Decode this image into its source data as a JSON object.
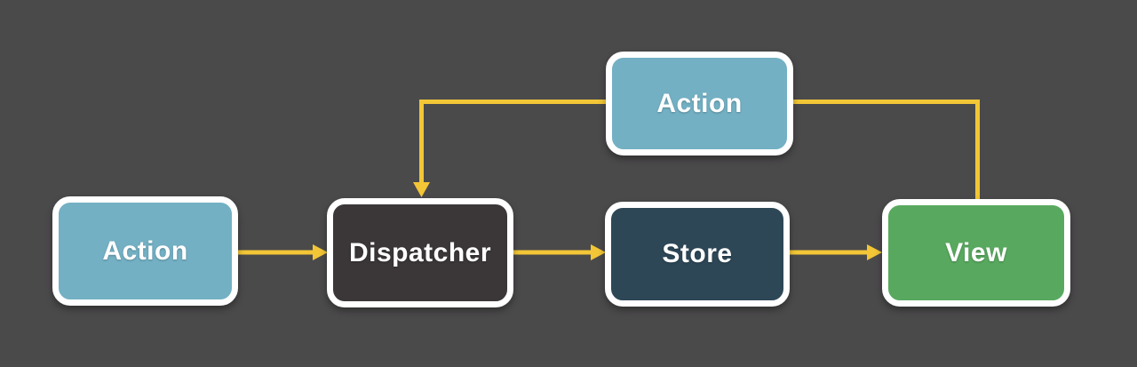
{
  "diagram": {
    "name": "flux-architecture-flow",
    "colors": {
      "background": "#4B4A4B",
      "arrow": "#F2C636",
      "node_border": "#FFFFFF",
      "label_text": "#FFFFFF"
    },
    "nodes": [
      {
        "id": "action-top",
        "label": "Action",
        "color": "#73B0C4"
      },
      {
        "id": "action-input",
        "label": "Action",
        "color": "#73B0C4"
      },
      {
        "id": "dispatcher",
        "label": "Dispatcher",
        "color": "#3B3738"
      },
      {
        "id": "store",
        "label": "Store",
        "color": "#2D4757"
      },
      {
        "id": "view",
        "label": "View",
        "color": "#58A95F"
      }
    ],
    "edges": [
      {
        "from": "action-input",
        "to": "dispatcher",
        "arrowhead": true,
        "shape": "straight"
      },
      {
        "from": "dispatcher",
        "to": "store",
        "arrowhead": true,
        "shape": "straight"
      },
      {
        "from": "store",
        "to": "view",
        "arrowhead": true,
        "shape": "straight"
      },
      {
        "from": "view",
        "to": "action-top",
        "arrowhead": false,
        "shape": "elbow"
      },
      {
        "from": "action-top",
        "to": "dispatcher",
        "arrowhead": true,
        "shape": "elbow"
      }
    ]
  }
}
